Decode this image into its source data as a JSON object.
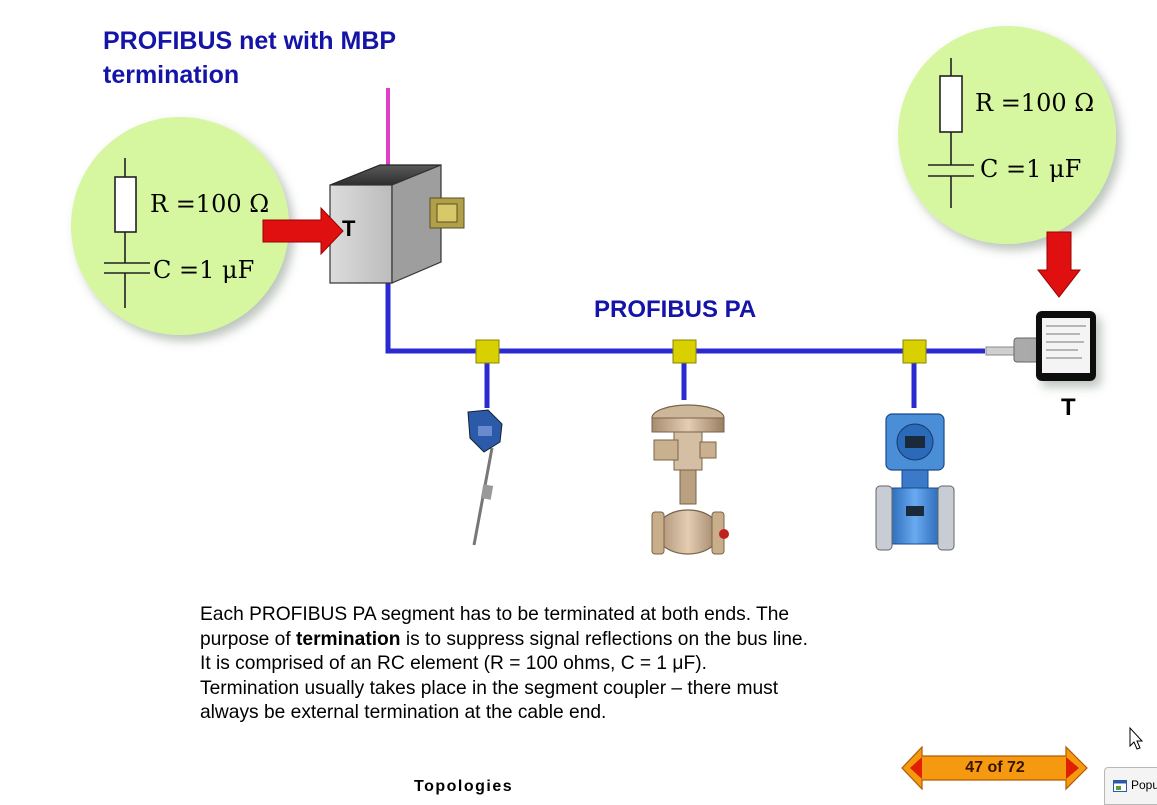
{
  "slide": {
    "title_line1": "PROFIBUS net with MBP",
    "title_line2": "termination",
    "bus_label": "PROFIBUS PA",
    "terminator_label_left": "T",
    "terminator_label_right": "T",
    "rc_left": {
      "r": "R =100 Ω",
      "c": "C =1 μF"
    },
    "rc_right": {
      "r": "R =100 Ω",
      "c": "C =1 μF"
    }
  },
  "description": {
    "line1": "Each PROFIBUS PA segment has to be terminated at both ends. The",
    "line2_pre": "purpose of ",
    "line2_bold": "termination",
    "line2_post": " is to suppress signal reflections on the bus line.",
    "line3": "It is comprised of an RC  element (R = 100 ohms, C = 1 μF).",
    "line4": "Termination usually takes place in the segment coupler – there must",
    "line5": "always be external termination at the cable end."
  },
  "footer": {
    "section": "Topologies",
    "page_counter": "47 of 72"
  },
  "popup": {
    "label": "Popu"
  },
  "colors": {
    "title_blue": "#1414a8",
    "bus_blue": "#2a2ad0",
    "circle_fill": "#d6f7a0",
    "arrow_red": "#e01010",
    "feed_magenta": "#e040c8",
    "junction_yellow": "#d8d000",
    "pager_orange": "#f59a10",
    "pager_red": "#e02000"
  }
}
